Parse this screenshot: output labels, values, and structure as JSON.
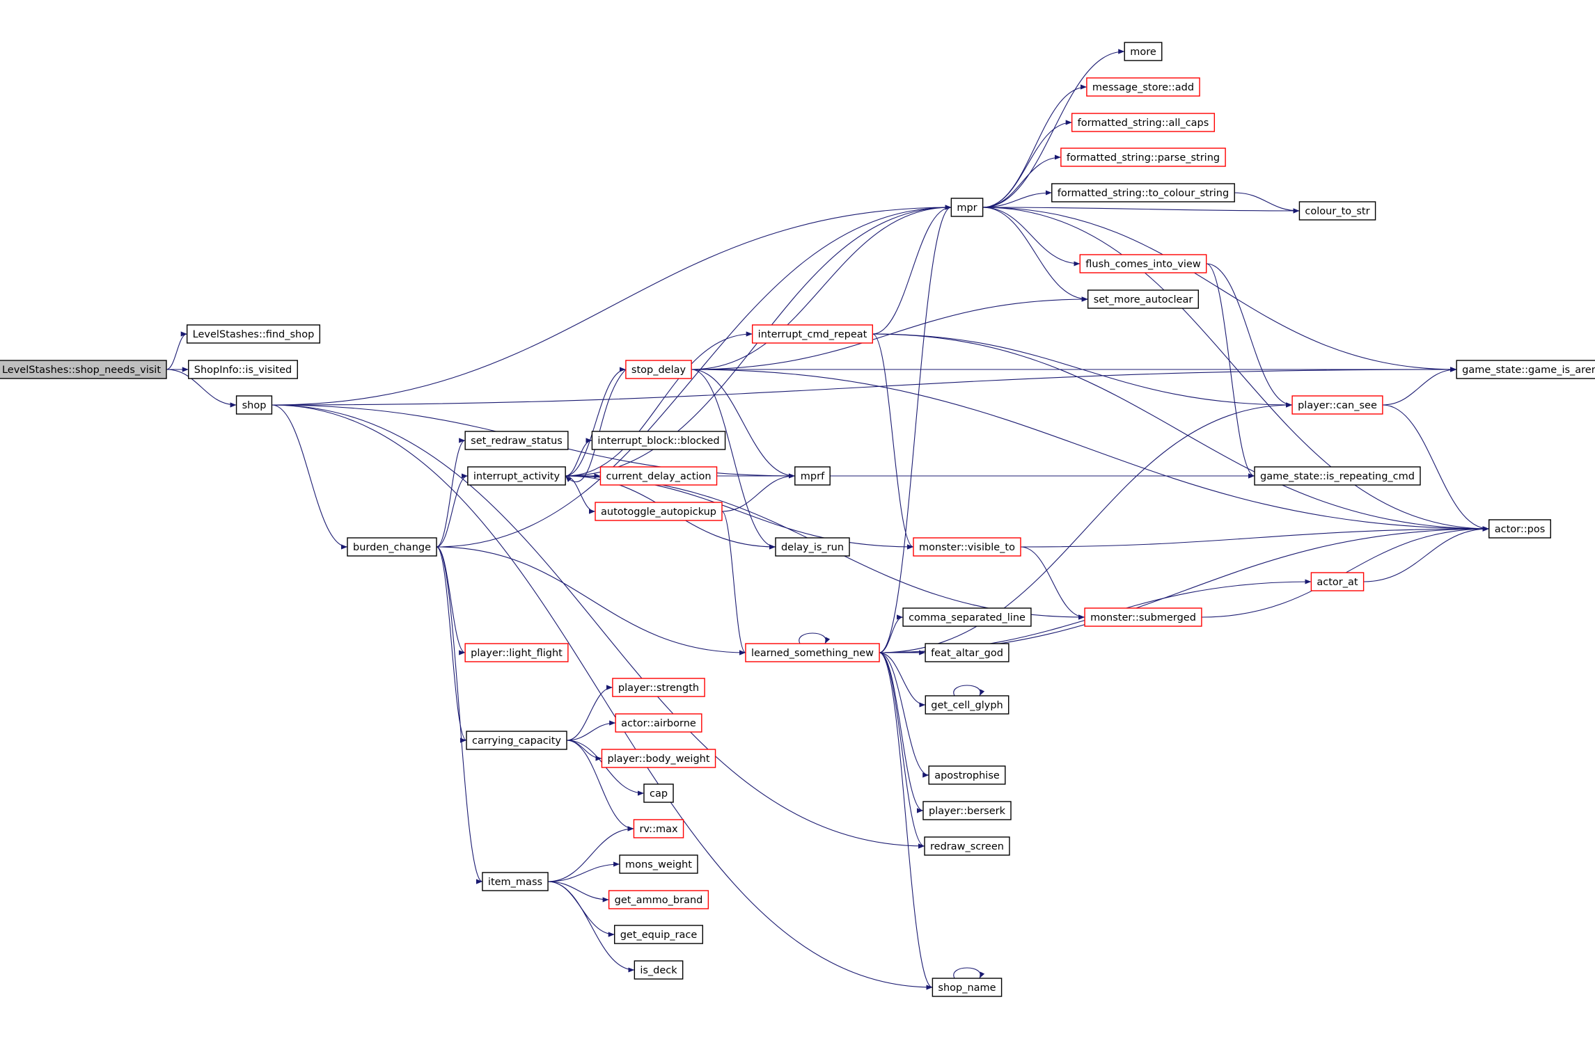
{
  "diagram": {
    "root": "LevelStashes::shop_needs_visit",
    "edge_color": "#191970",
    "nodes": [
      {
        "id": "root",
        "label": "LevelStashes::shop_needs_visit",
        "style": "root"
      },
      {
        "id": "find_shop",
        "label": "LevelStashes::find_shop",
        "style": "normal"
      },
      {
        "id": "is_visited",
        "label": "ShopInfo::is_visited",
        "style": "normal"
      },
      {
        "id": "shop",
        "label": "shop",
        "style": "normal"
      },
      {
        "id": "burden_change",
        "label": "burden_change",
        "style": "normal"
      },
      {
        "id": "set_redraw_status",
        "label": "set_redraw_status",
        "style": "normal"
      },
      {
        "id": "interrupt_activity",
        "label": "interrupt_activity",
        "style": "normal"
      },
      {
        "id": "player_light_flight",
        "label": "player::light_flight",
        "style": "red"
      },
      {
        "id": "carrying_capacity",
        "label": "carrying_capacity",
        "style": "normal"
      },
      {
        "id": "item_mass",
        "label": "item_mass",
        "style": "normal"
      },
      {
        "id": "player_strength",
        "label": "player::strength",
        "style": "red"
      },
      {
        "id": "actor_airborne",
        "label": "actor::airborne",
        "style": "red"
      },
      {
        "id": "player_body_weight",
        "label": "player::body_weight",
        "style": "red"
      },
      {
        "id": "cap",
        "label": "cap",
        "style": "normal"
      },
      {
        "id": "rv_max",
        "label": "rv::max",
        "style": "red"
      },
      {
        "id": "mons_weight",
        "label": "mons_weight",
        "style": "normal"
      },
      {
        "id": "get_ammo_brand",
        "label": "get_ammo_brand",
        "style": "red"
      },
      {
        "id": "get_equip_race",
        "label": "get_equip_race",
        "style": "normal"
      },
      {
        "id": "is_deck",
        "label": "is_deck",
        "style": "normal"
      },
      {
        "id": "stop_delay",
        "label": "stop_delay",
        "style": "red"
      },
      {
        "id": "interrupt_block_blocked",
        "label": "interrupt_block::blocked",
        "style": "normal"
      },
      {
        "id": "current_delay_action",
        "label": "current_delay_action",
        "style": "red"
      },
      {
        "id": "autotoggle_autopickup",
        "label": "autotoggle_autopickup",
        "style": "red"
      },
      {
        "id": "interrupt_cmd_repeat",
        "label": "interrupt_cmd_repeat",
        "style": "red"
      },
      {
        "id": "mprf",
        "label": "mprf",
        "style": "normal"
      },
      {
        "id": "delay_is_run",
        "label": "delay_is_run",
        "style": "normal"
      },
      {
        "id": "mpr",
        "label": "mpr",
        "style": "normal"
      },
      {
        "id": "more",
        "label": "more",
        "style": "normal"
      },
      {
        "id": "message_store_add",
        "label": "message_store::add",
        "style": "red"
      },
      {
        "id": "fs_all_caps",
        "label": "formatted_string::all_caps",
        "style": "red"
      },
      {
        "id": "fs_parse_string",
        "label": "formatted_string::parse_string",
        "style": "red"
      },
      {
        "id": "fs_to_colour_string",
        "label": "formatted_string::to_colour_string",
        "style": "normal"
      },
      {
        "id": "colour_to_str",
        "label": "colour_to_str",
        "style": "normal"
      },
      {
        "id": "flush_comes_into_view",
        "label": "flush_comes_into_view",
        "style": "red"
      },
      {
        "id": "set_more_autoclear",
        "label": "set_more_autoclear",
        "style": "normal"
      },
      {
        "id": "game_is_arena",
        "label": "game_state::game_is_arena",
        "style": "normal"
      },
      {
        "id": "player_can_see",
        "label": "player::can_see",
        "style": "red"
      },
      {
        "id": "is_repeating_cmd",
        "label": "game_state::is_repeating_cmd",
        "style": "normal"
      },
      {
        "id": "actor_pos",
        "label": "actor::pos",
        "style": "normal"
      },
      {
        "id": "monster_visible_to",
        "label": "monster::visible_to",
        "style": "red"
      },
      {
        "id": "actor_at",
        "label": "actor_at",
        "style": "red"
      },
      {
        "id": "monster_submerged",
        "label": "monster::submerged",
        "style": "red"
      },
      {
        "id": "learned_something_new",
        "label": "learned_something_new",
        "style": "red"
      },
      {
        "id": "comma_separated_line",
        "label": "comma_separated_line",
        "style": "normal"
      },
      {
        "id": "feat_altar_god",
        "label": "feat_altar_god",
        "style": "normal"
      },
      {
        "id": "get_cell_glyph",
        "label": "get_cell_glyph",
        "style": "normal"
      },
      {
        "id": "apostrophise",
        "label": "apostrophise",
        "style": "normal"
      },
      {
        "id": "player_berserk",
        "label": "player::berserk",
        "style": "normal"
      },
      {
        "id": "redraw_screen",
        "label": "redraw_screen",
        "style": "normal"
      },
      {
        "id": "shop_name",
        "label": "shop_name",
        "style": "normal"
      }
    ],
    "edges": [
      [
        "root",
        "find_shop"
      ],
      [
        "root",
        "is_visited"
      ],
      [
        "root",
        "shop"
      ],
      [
        "shop",
        "burden_change"
      ],
      [
        "shop",
        "mpr"
      ],
      [
        "shop",
        "mprf"
      ],
      [
        "shop",
        "game_is_arena"
      ],
      [
        "shop",
        "redraw_screen"
      ],
      [
        "shop",
        "shop_name"
      ],
      [
        "burden_change",
        "set_redraw_status"
      ],
      [
        "burden_change",
        "interrupt_activity"
      ],
      [
        "burden_change",
        "player_light_flight"
      ],
      [
        "burden_change",
        "carrying_capacity"
      ],
      [
        "burden_change",
        "item_mass"
      ],
      [
        "burden_change",
        "learned_something_new"
      ],
      [
        "burden_change",
        "mpr"
      ],
      [
        "carrying_capacity",
        "player_strength"
      ],
      [
        "carrying_capacity",
        "actor_airborne"
      ],
      [
        "carrying_capacity",
        "player_body_weight"
      ],
      [
        "carrying_capacity",
        "cap"
      ],
      [
        "carrying_capacity",
        "rv_max"
      ],
      [
        "item_mass",
        "rv_max"
      ],
      [
        "item_mass",
        "mons_weight"
      ],
      [
        "item_mass",
        "get_ammo_brand"
      ],
      [
        "item_mass",
        "get_equip_race"
      ],
      [
        "item_mass",
        "is_deck"
      ],
      [
        "interrupt_activity",
        "stop_delay"
      ],
      [
        "interrupt_activity",
        "interrupt_block_blocked"
      ],
      [
        "interrupt_activity",
        "current_delay_action"
      ],
      [
        "interrupt_activity",
        "autotoggle_autopickup"
      ],
      [
        "interrupt_activity",
        "interrupt_cmd_repeat"
      ],
      [
        "interrupt_activity",
        "delay_is_run"
      ],
      [
        "interrupt_activity",
        "mpr"
      ],
      [
        "interrupt_activity",
        "monster_visible_to"
      ],
      [
        "interrupt_activity",
        "monster_submerged"
      ],
      [
        "interrupt_activity",
        "is_repeating_cmd"
      ],
      [
        "stop_delay",
        "interrupt_activity"
      ],
      [
        "stop_delay",
        "mpr"
      ],
      [
        "stop_delay",
        "mprf"
      ],
      [
        "stop_delay",
        "delay_is_run"
      ],
      [
        "stop_delay",
        "set_more_autoclear"
      ],
      [
        "stop_delay",
        "game_is_arena"
      ],
      [
        "stop_delay",
        "actor_pos"
      ],
      [
        "autotoggle_autopickup",
        "mprf"
      ],
      [
        "autotoggle_autopickup",
        "learned_something_new"
      ],
      [
        "interrupt_cmd_repeat",
        "mpr"
      ],
      [
        "interrupt_cmd_repeat",
        "player_can_see"
      ],
      [
        "interrupt_cmd_repeat",
        "monster_visible_to"
      ],
      [
        "interrupt_cmd_repeat",
        "actor_pos"
      ],
      [
        "mpr",
        "more"
      ],
      [
        "mpr",
        "message_store_add"
      ],
      [
        "mpr",
        "fs_all_caps"
      ],
      [
        "mpr",
        "fs_parse_string"
      ],
      [
        "mpr",
        "fs_to_colour_string"
      ],
      [
        "mpr",
        "colour_to_str"
      ],
      [
        "mpr",
        "flush_comes_into_view"
      ],
      [
        "mpr",
        "set_more_autoclear"
      ],
      [
        "mpr",
        "game_is_arena"
      ],
      [
        "mpr",
        "actor_pos"
      ],
      [
        "fs_to_colour_string",
        "colour_to_str"
      ],
      [
        "flush_comes_into_view",
        "player_can_see"
      ],
      [
        "flush_comes_into_view",
        "is_repeating_cmd"
      ],
      [
        "player_can_see",
        "game_is_arena"
      ],
      [
        "player_can_see",
        "actor_pos"
      ],
      [
        "monster_visible_to",
        "actor_pos"
      ],
      [
        "monster_visible_to",
        "monster_submerged"
      ],
      [
        "actor_at",
        "actor_pos"
      ],
      [
        "monster_submerged",
        "actor_pos"
      ],
      [
        "learned_something_new",
        "learned_something_new"
      ],
      [
        "learned_something_new",
        "mpr"
      ],
      [
        "learned_something_new",
        "player_can_see"
      ],
      [
        "learned_something_new",
        "actor_at"
      ],
      [
        "learned_something_new",
        "comma_separated_line"
      ],
      [
        "learned_something_new",
        "feat_altar_god"
      ],
      [
        "learned_something_new",
        "get_cell_glyph"
      ],
      [
        "learned_something_new",
        "actor_pos"
      ],
      [
        "learned_something_new",
        "apostrophise"
      ],
      [
        "learned_something_new",
        "player_berserk"
      ],
      [
        "learned_something_new",
        "redraw_screen"
      ],
      [
        "learned_something_new",
        "shop_name"
      ],
      [
        "get_cell_glyph",
        "get_cell_glyph"
      ],
      [
        "shop_name",
        "shop_name"
      ]
    ]
  }
}
